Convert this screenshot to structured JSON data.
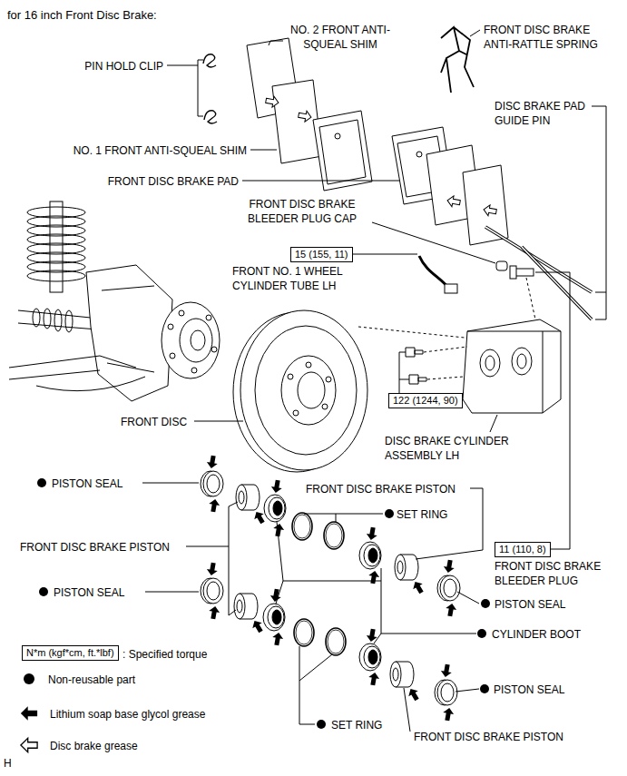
{
  "diagram": {
    "title": "for 16 inch Front Disc Brake:",
    "nodes": [
      {
        "text": [
          "15 (155, 11)"
        ]
      },
      {
        "text": [
          "122 (1244, 90)"
        ]
      },
      {
        "text": [
          "11 (110, 8)"
        ]
      },
      {
        "text": [
          "N*m (kgf*cm, ft.*lbf)"
        ]
      }
    ],
    "labels": [
      "PIN HOLD CLIP",
      "NO. 2 FRONT ANTI-SQUEAL SHIM",
      "FRONT DISC BRAKE ANTI-RATTLE SPRING",
      "DISC BRAKE PAD GUIDE PIN",
      "NO. 1 FRONT ANTI-SQUEAL SHIM",
      "FRONT DISC BRAKE PAD",
      "FRONT DISC BRAKE BLEEDER PLUG CAP",
      "FRONT NO. 1 WHEEL CYLINDER TUBE LH",
      "FRONT DISC",
      "DISC BRAKE CYLINDER ASSEMBLY LH",
      "PISTON SEAL",
      "SET RING",
      "FRONT DISC BRAKE PISTON",
      "FRONT DISC BRAKE PISTON",
      "FRONT DISC BRAKE BLEEDER PLUG",
      "PISTON SEAL",
      "PISTON SEAL",
      "CYLINDER BOOT",
      "PISTON SEAL",
      "SET RING",
      "FRONT DISC BRAKE PISTON",
      "H"
    ],
    "legend": [
      {
        "text": ": Specified torque"
      },
      {
        "text": "Non-reusable part"
      },
      {
        "text": "Lithium soap base glycol grease"
      },
      {
        "text": "Disc brake grease"
      }
    ]
  }
}
